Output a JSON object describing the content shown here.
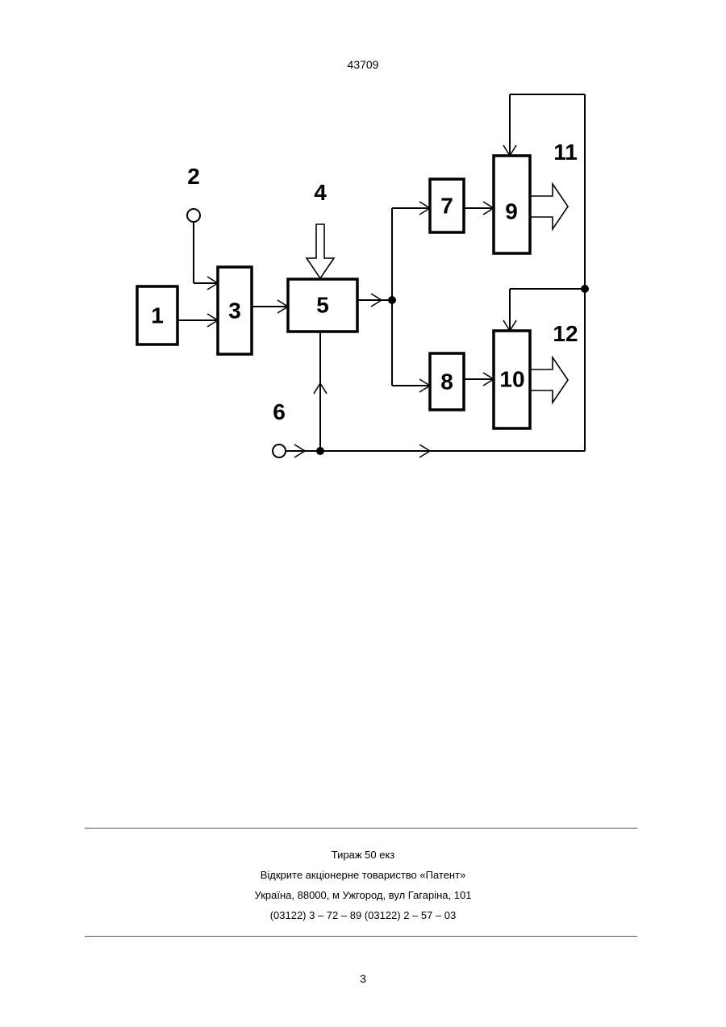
{
  "header": {
    "patent_number": "43709"
  },
  "diagram": {
    "blocks": [
      {
        "id": "1",
        "label": "1"
      },
      {
        "id": "3",
        "label": "3"
      },
      {
        "id": "5",
        "label": "5"
      },
      {
        "id": "7",
        "label": "7"
      },
      {
        "id": "8",
        "label": "8"
      },
      {
        "id": "9",
        "label": "9"
      },
      {
        "id": "10",
        "label": "10"
      }
    ],
    "external_labels": {
      "input_2": "2",
      "input_4": "4",
      "input_6": "6",
      "output_11": "11",
      "output_12": "12"
    }
  },
  "footer": {
    "lines": [
      "Тираж 50 екз",
      "Відкрите акціонерне товариство «Патент»",
      "Україна, 88000, м  Ужгород, вул  Гагаріна, 101",
      "(03122) 3 – 72 – 89   (03122) 2 – 57 – 03"
    ],
    "page_number": "3"
  }
}
